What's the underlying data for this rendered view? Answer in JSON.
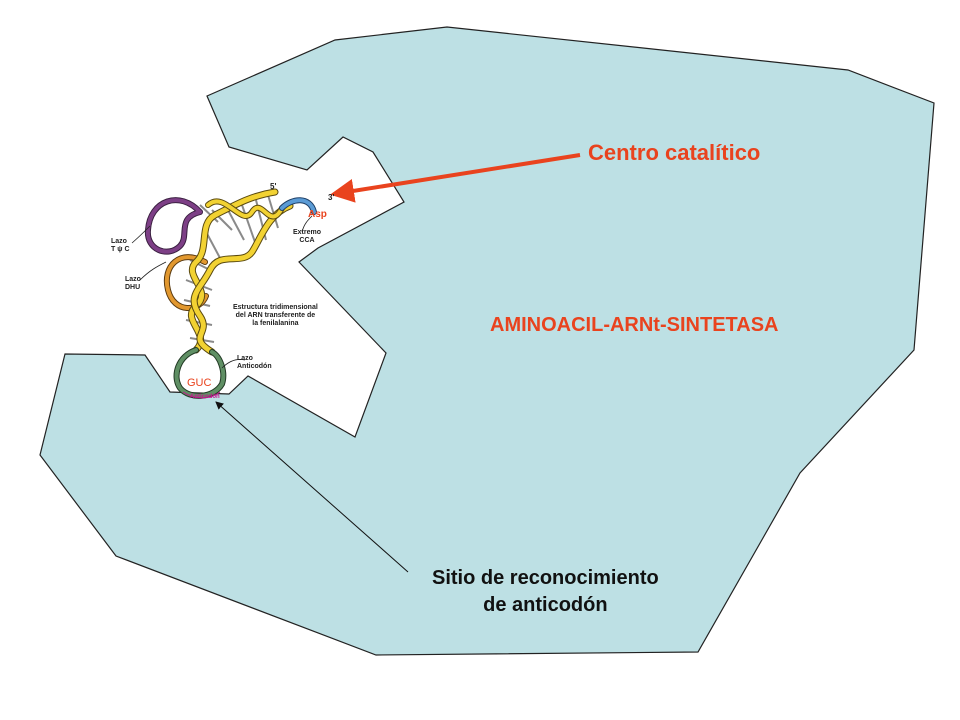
{
  "labels": {
    "catalytic_center": "Centro catalítico",
    "enzyme_name": "AMINOACIL-ARNt-SINTETASA",
    "recognition_line1": "Sitio de reconocimiento",
    "recognition_line2": "de anticodón"
  },
  "trna_figure": {
    "five_prime": "5'",
    "three_prime": "3'",
    "amino_acid": "Asp",
    "cca_line1": "Extremo",
    "cca_line2": "CCA",
    "tpsi_loop_line1": "Lazo",
    "tpsi_loop_line2": "T ψ C",
    "dhu_loop_line1": "Lazo",
    "dhu_loop_line2": "DHU",
    "structure_line1": "Estructura tridimensional",
    "structure_line2": "del ARN transferente de",
    "structure_line3": "la fenilalanina",
    "anticodon_loop_line1": "Lazo",
    "anticodon_loop_line2": "Anticodón",
    "anticodon_bases": "GUC",
    "anticodon_label": "Anticodón"
  },
  "colors": {
    "enzyme_fill": "#bde0e4",
    "outline": "#222222",
    "accent_red": "#e9431e",
    "helix_yellow": "#f2d232",
    "loop_purple": "#7d3f86",
    "loop_orange": "#e2982f",
    "loop_green": "#5f8f64",
    "acceptor_blue": "#5b9bd5",
    "anticodon_magenta": "#c2178d"
  }
}
